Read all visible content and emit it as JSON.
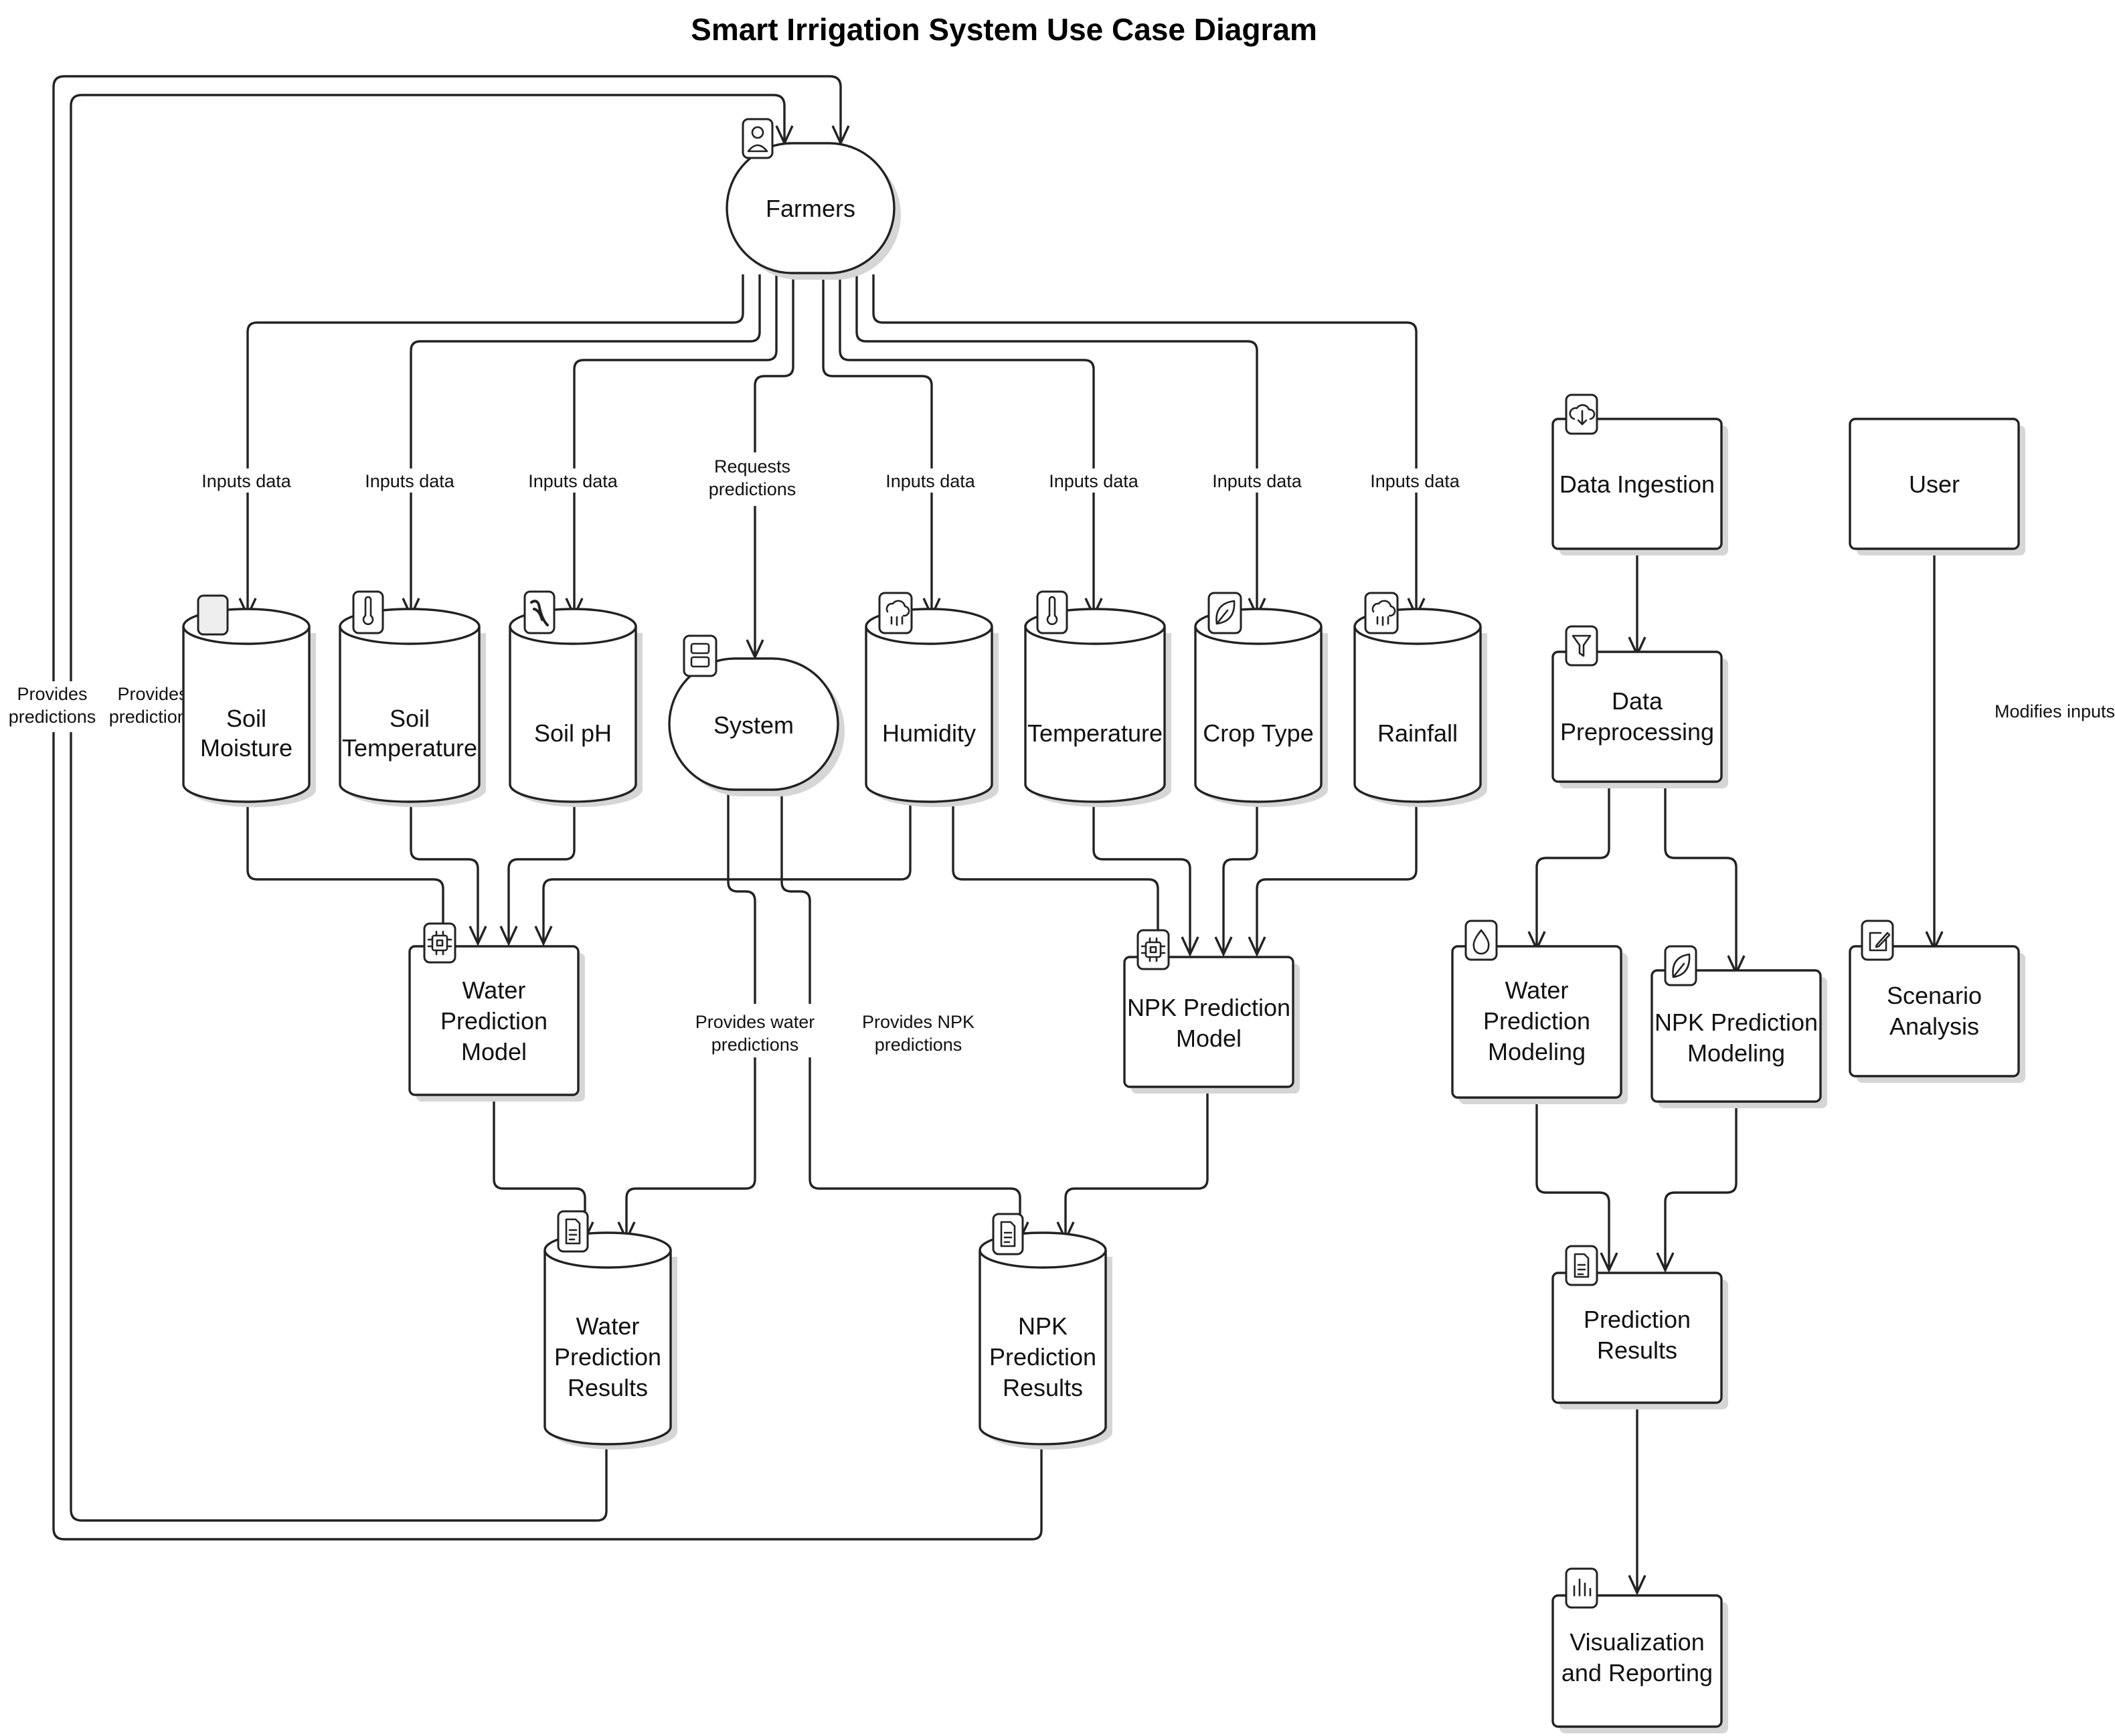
{
  "title": "Smart Irrigation System Use Case Diagram",
  "nodes": {
    "farmers": "Farmers",
    "system": "System",
    "soil_moisture": [
      "Soil",
      "Moisture"
    ],
    "soil_temperature": [
      "Soil",
      "Temperature"
    ],
    "soil_ph": "Soil pH",
    "humidity": "Humidity",
    "temperature": "Temperature",
    "crop_type": "Crop Type",
    "rainfall": "Rainfall",
    "water_model": [
      "Water",
      "Prediction",
      "Model"
    ],
    "npk_model": [
      "NPK Prediction",
      "Model"
    ],
    "water_results": [
      "Water",
      "Prediction",
      "Results"
    ],
    "npk_results": [
      "NPK",
      "Prediction",
      "Results"
    ],
    "data_ingestion": "Data Ingestion",
    "data_preprocessing": [
      "Data",
      "Preprocessing"
    ],
    "water_modeling": [
      "Water",
      "Prediction",
      "Modeling"
    ],
    "npk_modeling": [
      "NPK Prediction",
      "Modeling"
    ],
    "prediction_results": [
      "Prediction",
      "Results"
    ],
    "visualization": [
      "Visualization",
      "and Reporting"
    ],
    "user": "User",
    "scenario_analysis": [
      "Scenario",
      "Analysis"
    ]
  },
  "edge_labels": {
    "inputs_data": "Inputs data",
    "requests_predictions": [
      "Requests",
      "predictions"
    ],
    "provides_predictions": [
      "Provides",
      "predictions"
    ],
    "provides_water": [
      "Provides water",
      "predictions"
    ],
    "provides_npk": [
      "Provides NPK",
      "predictions"
    ],
    "modifies_inputs": "Modifies inputs"
  },
  "icons": {
    "farmers": "user-icon",
    "system": "server-icon",
    "soil_moisture": "blank-icon",
    "soil_temperature": "thermometer-icon",
    "soil_ph": "ph-icon",
    "humidity": "cloud-rain-icon",
    "temperature": "thermometer-icon",
    "crop_type": "leaf-icon",
    "rainfall": "cloud-rain-icon",
    "water_model": "chip-icon",
    "npk_model": "chip-icon",
    "water_results": "document-icon",
    "npk_results": "document-icon",
    "data_ingestion": "cloud-download-icon",
    "data_preprocessing": "filter-icon",
    "water_modeling": "droplet-icon",
    "npk_modeling": "leaf-icon",
    "prediction_results": "document-icon",
    "visualization": "bar-chart-icon",
    "scenario_analysis": "edit-icon"
  }
}
